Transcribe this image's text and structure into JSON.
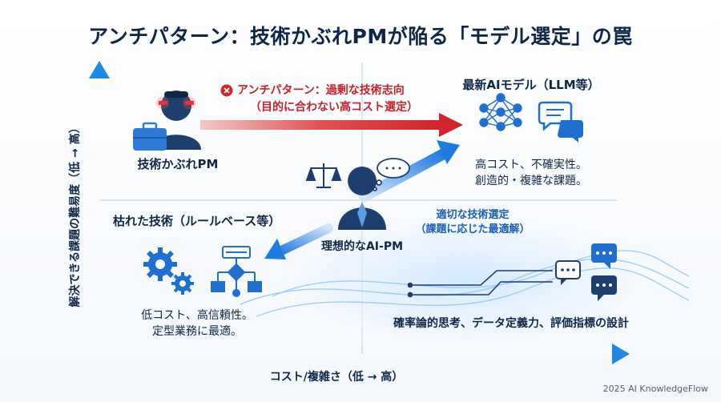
{
  "title": "アンチパターン：技術かぶれPMが陥る「モデル選定」の罠",
  "axes": {
    "y_label": "解決できる課題の難易度（低 → 高）",
    "x_label": "コスト/複雑さ（低 → 高）"
  },
  "nodes": {
    "tech_pm": {
      "label": "技術かぶれPM"
    },
    "ideal_pm": {
      "label": "理想的なAI-PM"
    },
    "llm": {
      "title": "最新AIモデル（LLM等）",
      "desc_line1": "高コスト、不確実性。",
      "desc_line2": "創造的・複雑な課題。"
    },
    "rule_based": {
      "title": "枯れた技術（ルールベース等）",
      "desc_line1": "低コスト、高信頼性。",
      "desc_line2": "定型業務に最適。"
    },
    "skills": {
      "label": "確率論的思考、データ定義力、評価指標の設計"
    }
  },
  "annotations": {
    "antipattern_line1": "アンチパターン：過剰な技術志向",
    "antipattern_line2": "（目的に合わない高コスト選定）",
    "appropriate_line1": "適切な技術選定",
    "appropriate_line2": "（課題に応じた最適解）"
  },
  "footer": "2025 AI KnowledgeFlow",
  "colors": {
    "navy": "#0f2747",
    "red": "#d3232b",
    "blue": "#1f6fd1",
    "axis": "#1a73e8"
  }
}
